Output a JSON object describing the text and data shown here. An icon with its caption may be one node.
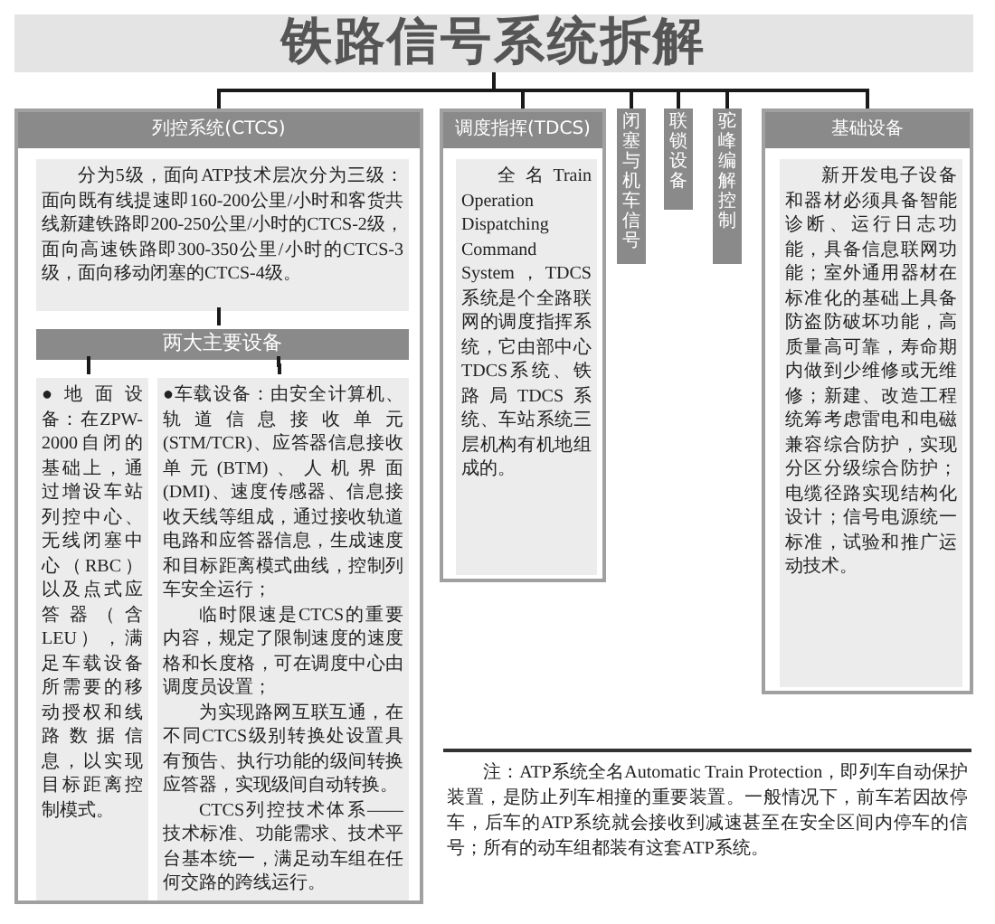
{
  "diagram": {
    "nodes": [
      {
        "text": [
          "铁路信号系统拆解"
        ]
      },
      {
        "text": [
          "列控系统(CTCS)"
        ]
      },
      {
        "text": [
          "分为5级，面向ATP技术层次分为三级：面向既有线提速即160-200公里/小时和客货共线新建铁路即200-250公里/小时的CTCS-2级，面向高速铁路即300-350公里/小时的CTCS-3级，面向移动闭塞的CTCS-4级。"
        ],
        "in": 1
      },
      {
        "text": [
          "两大主要设备"
        ],
        "in": 1
      },
      {
        "text": [
          "●地面设备：在ZPW-2000自闭的基础上，通过增设车站列控中心、无线闭塞中心（RBC）以及点式应答器（含LEU），满足车载设备所需要的移动授权和线路数据信息，以实现目标距离控制模式。"
        ],
        "in": 1
      },
      {
        "text": [
          "●车载设备：由安全计算机、轨道信息接收单元(STM/TCR)、应答器信息接收单元(BTM)、人机界面(DMI)、速度传感器、信息接收天线等组成，通过接收轨道电路和应答器信息，生成速度和目标距离模式曲线，控制列车安全运行；",
          "临时限速是CTCS的重要内容，规定了限制速度的速度格和长度格，可在调度中心由调度员设置；",
          "为实现路网互联互通，在不同CTCS级别转换处设置具有预告、执行功能的级间转换应答器，实现级间自动转换。",
          "CTCS列控技术体系——技术标准、功能需求、技术平台基本统一，满足动车组在任何交路的跨线运行。"
        ],
        "in": 1
      },
      {
        "text": [
          "调度指挥(TDCS)"
        ]
      },
      {
        "text": [
          "全名Train Operation Dispatching Command System，TDCS系统是个全路联网的调度指挥系统，它由部中心TDCS系统、铁路局TDCS系统、车站系统三层机构有机地组成的。"
        ],
        "in": 6
      },
      {
        "text": [
          "闭塞与机车信号"
        ]
      },
      {
        "text": [
          "联锁设备"
        ]
      },
      {
        "text": [
          "驼峰编解控制"
        ]
      },
      {
        "text": [
          "基础设备"
        ]
      },
      {
        "text": [
          "新开发电子设备和器材必须具备智能诊断、运行日志功能，具备信息联网功能；室外通用器材在标准化的基础上具备防盗防破坏功能，高质量高可靠，寿命期内做到少维修或无维修；新建、改造工程统筹考虑雷电和电磁兼容综合防护，实现分区分级综合防护；电缆径路实现结构化设计；信号电源统一标准，试验和推广运动技术。"
        ],
        "in": 11
      }
    ],
    "edges": [
      {
        "from": 0,
        "to": 1,
        "arrow": "none"
      },
      {
        "from": 0,
        "to": 6,
        "arrow": "none"
      },
      {
        "from": 0,
        "to": 8,
        "arrow": "none"
      },
      {
        "from": 0,
        "to": 9,
        "arrow": "none"
      },
      {
        "from": 0,
        "to": 10,
        "arrow": "none"
      },
      {
        "from": 0,
        "to": 11,
        "arrow": "none"
      },
      {
        "from": 2,
        "to": 3,
        "arrow": "none"
      },
      {
        "from": 3,
        "to": 4,
        "arrow": "none"
      },
      {
        "from": 3,
        "to": 5,
        "arrow": "none"
      }
    ],
    "labels": [
      "注：ATP系统全名Automatic Train Protection，即列车自动保护装置，是防止列车相撞的重要装置。一般情况下，前车若因故停车，后车的ATP系统就会接收到减速甚至在安全区间内停车的信号；所有的动车组都装有这套ATP系统。"
    ]
  }
}
